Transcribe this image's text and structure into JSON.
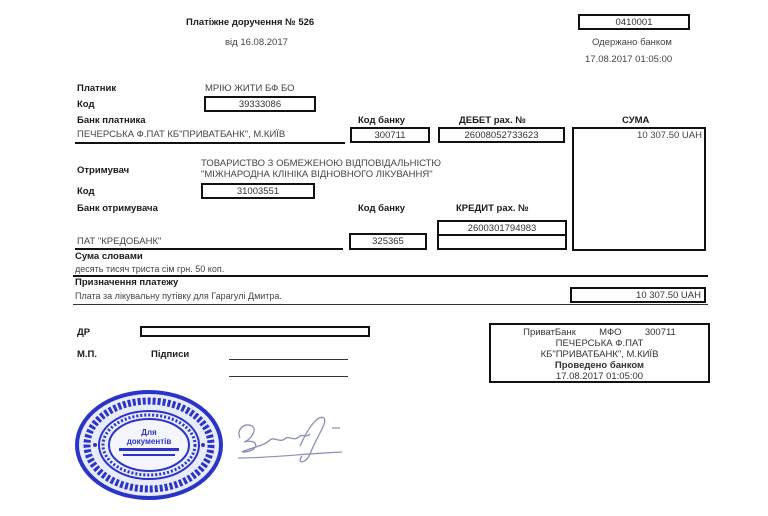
{
  "header": {
    "title": "Платіжне доручення  № 526",
    "date": "від 16.08.2017",
    "form_code": "0410001",
    "received_label": "Одержано банком",
    "received_datetime": "17.08.2017 01:05:00"
  },
  "payer": {
    "label": "Платник",
    "name": "МРІЮ ЖИТИ БФ БО",
    "code_label": "Код",
    "code": "39333086",
    "bank_label": "Банк платника",
    "bank_name": "ПЕЧЕРСЬКА Ф.ПАТ КБ\"ПРИВАТБАНК\", М.КИЇВ",
    "bank_code_label": "Код банку",
    "bank_code": "300711",
    "debit_label": "ДЕБЕТ рах. №",
    "debit_account": "26008052733623"
  },
  "sum": {
    "label": "СУМА",
    "value": "10 307.50 UAH"
  },
  "recipient": {
    "label": "Отримувач",
    "name_line1": "ТОВАРИСТВО З ОБМЕЖЕНОЮ ВІДПОВІДАЛЬНІСТЮ",
    "name_line2": "\"МІЖНАРОДНА КЛІНІКА ВІДНОВНОГО ЛІКУВАННЯ\"",
    "code_label": "Код",
    "code": "31003551",
    "bank_label": "Банк отримувача",
    "bank_name": "ПАТ \"КРЕДОБАНК\"",
    "bank_code_label": "Код банку",
    "bank_code": "325365",
    "credit_label": "КРЕДИТ рах. №",
    "credit_account": "2600301794983"
  },
  "amount_words": {
    "label": "Сума словами",
    "value": "десять тисяч триста сім грн. 50 коп."
  },
  "purpose": {
    "label": "Призначення платежу",
    "value": "Плата за лікувальну путівку для Гарагулі Дмитра.",
    "amount": "10 307.50 UAH"
  },
  "footer": {
    "dr_label": "ДР",
    "mp_label": "М.П.",
    "signatures_label": "Підписи"
  },
  "bank_stamp": {
    "bank": "ПриватБанк",
    "mfo_label": "МФО",
    "mfo": "300711",
    "branch_line1": "ПЕЧЕРСЬКА Ф.ПАТ",
    "branch_line2": "КБ\"ПРИВАТБАНК\", М.КИЇВ",
    "status": "Проведено банком",
    "datetime": "17.08.2017 01:05:00"
  },
  "seal": {
    "center_text_1": "Для",
    "center_text_2": "документів",
    "color": "#2a35c8"
  }
}
